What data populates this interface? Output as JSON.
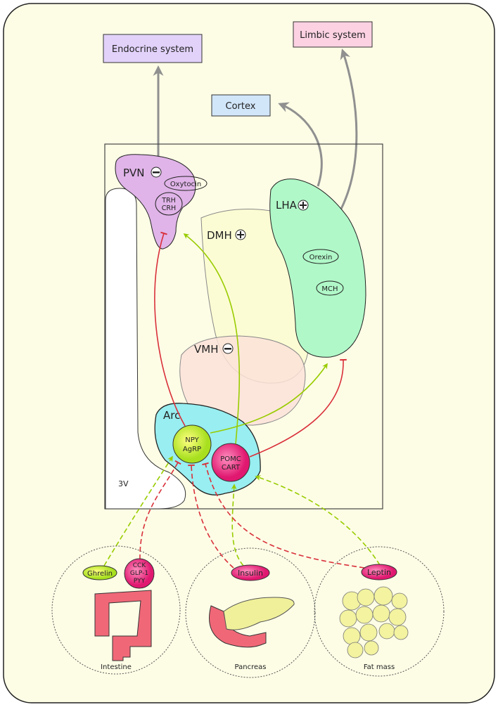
{
  "targets": {
    "endocrine": "Endocrine system",
    "limbic": "Limbic system",
    "cortex": "Cortex"
  },
  "nuclei": {
    "pvn": "PVN",
    "dmh": "DMH",
    "lha": "LHA",
    "vmh": "VMH",
    "arc": "Arc",
    "third_ventricle": "3V"
  },
  "neuropeptides": {
    "oxytocin": "Oxytocin",
    "trh": "TRH",
    "crh": "CRH",
    "orexin": "Orexin",
    "mch": "MCH",
    "npy": "NPY",
    "agrp": "AgRP",
    "pomc": "POMC",
    "cart": "CART"
  },
  "hormones": {
    "ghrelin": "Ghrelin",
    "cck": "CCK",
    "glp1": "GLP-1",
    "pyy": "PYY",
    "insulin": "Insulin",
    "leptin": "Leptin"
  },
  "organs": {
    "intestine": "Intestine",
    "pancreas": "Pancreas",
    "fat": "Fat mass"
  },
  "colors": {
    "stimulation": "#99cc00",
    "inhibition": "#d9303a",
    "projection": "#909090",
    "pvn": "#e0b4e8",
    "lha": "#b0f8c8",
    "arc": "#98eef0",
    "dmh": "#fcfcd0",
    "vmh": "#fce2d8"
  },
  "signs": {
    "pvn": "minus",
    "dmh": "plus",
    "lha": "plus",
    "vmh": "minus"
  }
}
